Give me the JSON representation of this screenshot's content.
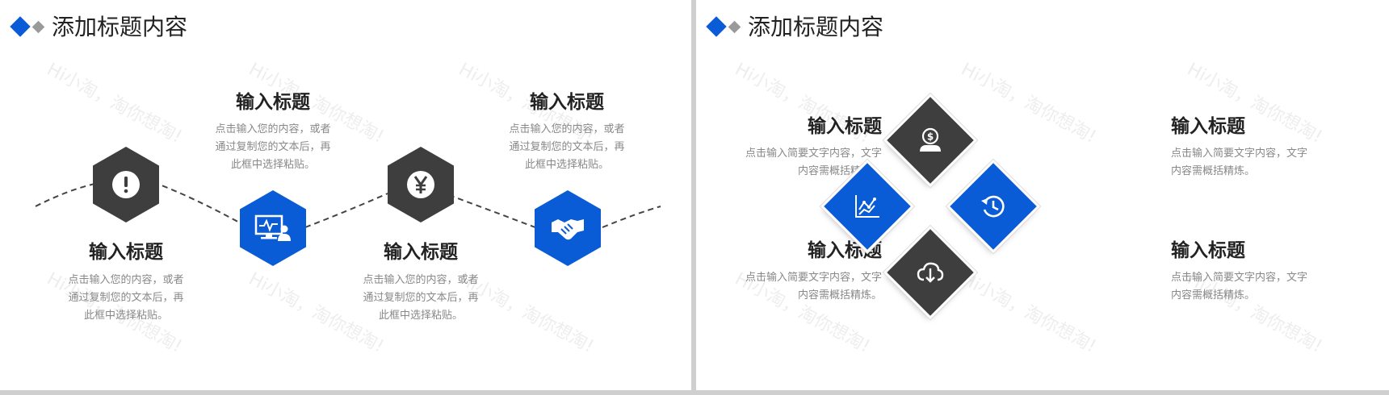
{
  "left_slide": {
    "title": "添加标题内容",
    "items": [
      {
        "title": "输入标题",
        "desc": [
          "点击输入您的内容，或者",
          "通过复制您的文本后，再",
          "此框中选择粘贴。"
        ],
        "icon": "exclamation-icon"
      },
      {
        "title": "输入标题",
        "desc": [
          "点击输入您的内容，或者",
          "通过复制您的文本后，再",
          "此框中选择粘贴。"
        ],
        "icon": "monitor-user-icon"
      },
      {
        "title": "输入标题",
        "desc": [
          "点击输入您的内容，或者",
          "通过复制您的文本后，再",
          "此框中选择粘贴。"
        ],
        "icon": "yen-icon"
      },
      {
        "title": "输入标题",
        "desc": [
          "点击输入您的内容，或者",
          "通过复制您的文本后，再",
          "此框中选择粘贴。"
        ],
        "icon": "handshake-icon"
      }
    ]
  },
  "right_slide": {
    "title": "添加标题内容",
    "items": [
      {
        "title": "输入标题",
        "desc": [
          "点击输入简要文字内容，文字",
          "内容需概括精炼。"
        ]
      },
      {
        "title": "输入标题",
        "desc": [
          "点击输入简要文字内容，文字",
          "内容需概括精炼。"
        ]
      },
      {
        "title": "输入标题",
        "desc": [
          "点击输入简要文字内容，文字",
          "内容需概括精炼。"
        ]
      },
      {
        "title": "输入标题",
        "desc": [
          "点击输入简要文字内容，文字",
          "内容需概括精炼。"
        ]
      }
    ],
    "icons": [
      "money-person-icon",
      "chart-icon",
      "history-icon",
      "download-cloud-icon"
    ]
  },
  "watermark": "Hi小淘，淘你想淘!",
  "colors": {
    "accent": "#0a5bd6",
    "dark": "#3e3e3e",
    "gray": "#9a9a9a"
  }
}
